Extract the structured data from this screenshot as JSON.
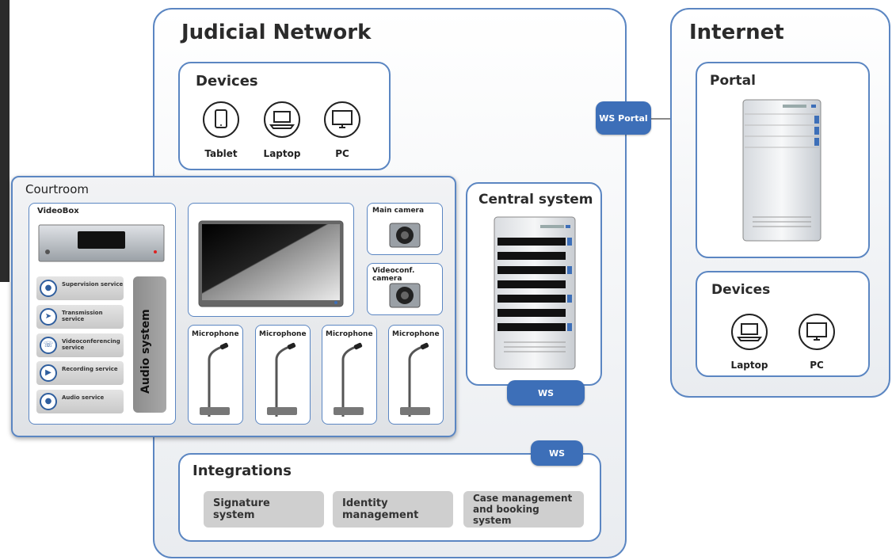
{
  "judicial_network": {
    "title": "Judicial Network",
    "devices": {
      "title": "Devices",
      "items": [
        "Tablet",
        "Laptop",
        "PC"
      ]
    },
    "central_system": {
      "title": "Central system"
    },
    "ws_label": "WS",
    "integrations": {
      "title": "Integrations",
      "items": [
        "Signature system",
        "Identity management",
        "Case management and booking system"
      ]
    }
  },
  "internet": {
    "title": "Internet",
    "portal": {
      "title": "Portal"
    },
    "ws_portal": "WS Portal",
    "devices": {
      "title": "Devices",
      "items": [
        "Laptop",
        "PC"
      ]
    }
  },
  "courtroom": {
    "title": "Courtroom",
    "videobox": "VideoBox",
    "services": [
      "Supervision service",
      "Transmission service",
      "Videoconferencing service",
      "Recording service",
      "Audio service"
    ],
    "audio_system": "Audio system",
    "main_camera": "Main camera",
    "videoconf_camera": "Videoconf. camera",
    "microphones": [
      "Microphone",
      "Microphone",
      "Microphone",
      "Microphone"
    ]
  },
  "colors": {
    "border": "#5b86c2",
    "ws_fill": "#3d6fb8",
    "line": "#8a8a8a"
  }
}
